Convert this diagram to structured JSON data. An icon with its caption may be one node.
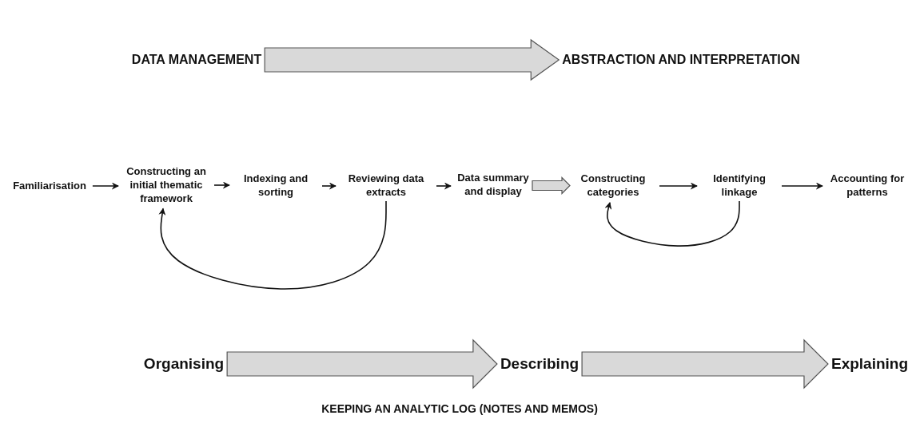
{
  "diagram": {
    "nodes": [
      {
        "text": [
          "DATA MANAGEMENT"
        ]
      },
      {
        "text": [
          "ABSTRACTION AND INTERPRETATION"
        ]
      },
      {
        "text": [
          "Familiarisation"
        ]
      },
      {
        "text": [
          "Constructing an initial thematic framework"
        ]
      },
      {
        "text": [
          "Indexing and sorting"
        ]
      },
      {
        "text": [
          "Reviewing data extracts"
        ]
      },
      {
        "text": [
          "Data summary and display"
        ]
      },
      {
        "text": [
          "Constructing categories"
        ]
      },
      {
        "text": [
          "Identifying linkage"
        ]
      },
      {
        "text": [
          "Accounting for patterns"
        ]
      },
      {
        "text": [
          "Organising"
        ]
      },
      {
        "text": [
          "Describing"
        ]
      },
      {
        "text": [
          "Explaining"
        ]
      }
    ],
    "edges": [
      {
        "from": 0,
        "to": 1,
        "arrow": "to",
        "style": "thick"
      },
      {
        "from": 2,
        "to": 3,
        "arrow": "to"
      },
      {
        "from": 3,
        "to": 4,
        "arrow": "to"
      },
      {
        "from": 4,
        "to": 5,
        "arrow": "to"
      },
      {
        "from": 5,
        "to": 6,
        "arrow": "to"
      },
      {
        "from": 6,
        "to": 7,
        "arrow": "to",
        "style": "thick"
      },
      {
        "from": 7,
        "to": 8,
        "arrow": "to"
      },
      {
        "from": 8,
        "to": 9,
        "arrow": "to"
      },
      {
        "from": 5,
        "to": 3,
        "arrow": "to"
      },
      {
        "from": 8,
        "to": 7,
        "arrow": "to"
      },
      {
        "from": 10,
        "to": 11,
        "arrow": "to",
        "style": "thick"
      },
      {
        "from": 11,
        "to": 12,
        "arrow": "to",
        "style": "thick"
      }
    ],
    "labels": [
      "KEEPING AN ANALYTIC LOG (NOTES AND MEMOS)"
    ]
  }
}
